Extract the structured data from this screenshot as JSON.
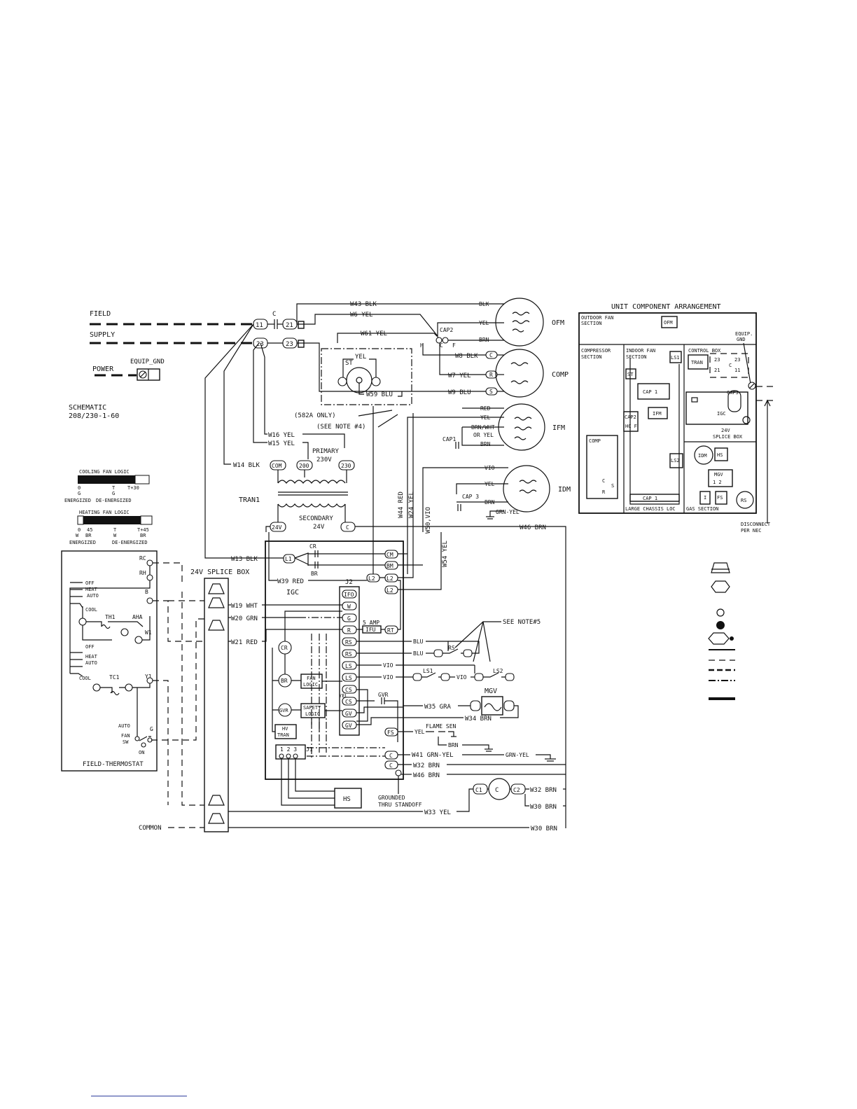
{
  "supply": {
    "line1": "FIELD",
    "line2": "SUPPLY",
    "power": "POWER",
    "equip_gnd": "EQUIP_GND",
    "contactor": "C",
    "t11": "11",
    "t21": "21",
    "t23a": "23",
    "t23b": "23"
  },
  "schematic": {
    "line1": "SCHEMATIC",
    "line2": "208/230-1-60"
  },
  "cooling_logic": {
    "title": "COOLING FAN LOGIC",
    "a_top": "0",
    "a_mid": "G",
    "a_bot": "ENERGIZED",
    "b_top": "T",
    "b_top2": "T+30",
    "b_mid": "G",
    "b_bot": "DE-ENERGIZED"
  },
  "heating_logic": {
    "title": "HEATING FAN LOGIC",
    "a_top": "0",
    "a_top2": "45",
    "a_mid": "W",
    "a_mid2": "BR",
    "a_bot": "ENERGIZED",
    "b_top": "T",
    "b_top2": "T+45",
    "b_mid": "W",
    "b_mid2": "BR",
    "b_bot": "DE-ENERGIZED"
  },
  "thermostat": {
    "title": "FIELD-THERMOSTAT",
    "rc": "RC",
    "rh": "RH",
    "b": "B",
    "y1": "Y1",
    "g": "G",
    "w1": "W1",
    "off1": "OFF",
    "heat1": "HEAT",
    "auto1": "AUTO",
    "cool1": "COOL",
    "th1": "TH1",
    "aha": "AHA",
    "off2": "OFF",
    "heat2": "HEAT",
    "auto2": "AUTO",
    "cool2": "COOL",
    "tc1": "TC1",
    "auto3": "AUTO",
    "fan": "FAN",
    "sw": "SW",
    "on": "ON"
  },
  "splice_box": {
    "label": "24V SPLICE BOX",
    "common": "COMMON"
  },
  "tran": {
    "label": "TRAN1",
    "primary": "PRIMARY",
    "primary_v": "230V",
    "secondary": "SECONDARY",
    "secondary_v": "24V",
    "com": "COM",
    "t200": "200",
    "t230": "230",
    "v24": "24V",
    "c": "C"
  },
  "igc": {
    "label": "IGC",
    "j2": "J2",
    "j1": "J1",
    "j1_pins": "1 2 3",
    "cr_top": "CR",
    "br": "BR",
    "l1": "L1",
    "cm": "CM",
    "bm": "BM",
    "l2a": "L2",
    "l2b": "L2",
    "l2c": "L2",
    "ifo": "IFO",
    "w": "W",
    "g": "G",
    "r": "R",
    "rs1": "RS",
    "rs2": "RS",
    "ls1": "LS",
    "ls2": "LS",
    "cs1": "CS",
    "cs2": "CS",
    "gv1": "GV",
    "gv2": "GV",
    "fs": "FS",
    "c1": "C",
    "c2": "C",
    "fuse_amp": "5 AMP",
    "fuse": "IFU",
    "rt": "RT",
    "cr": "CR",
    "brc": "BR",
    "gvr": "GVR",
    "fan_logic1": "FAN",
    "fan_logic2": "LOGIC",
    "safety1": "SAFETY",
    "safety2": "LOGIC",
    "hv1": "HV",
    "hv2": "TRAN",
    "yel": "YEL",
    "gvr2": "GVR"
  },
  "wires": {
    "w43": "W43 BLK",
    "w6": "W6 YEL",
    "w61": "W61 YEL",
    "w8": "W8 BLK",
    "w7": "W7 YEL",
    "w9": "W9 BLU",
    "w59": "W59 BLU",
    "w16": "W16 YEL",
    "w15": "W15 YEL",
    "w14": "W14 BLK",
    "w13": "W13 BLK",
    "w39": "W39 RED",
    "w19": "W19 WHT",
    "w20": "W20 GRN",
    "w21": "W21 RED",
    "w44": "W44 RED",
    "w24": "W24 YEL",
    "w50": "W50,VIO",
    "w54": "W54 YEL",
    "w46a": "W46 BRN",
    "w35": "W35 GRA",
    "w34": "W34 BRN",
    "w41": "W41 GRN-YEL",
    "w32a": "W32 BRN",
    "w46b": "W46 BRN",
    "w32b": "W32 BRN",
    "w30a": "W30 BRN",
    "w33": "W33 YEL",
    "w30b": "W30 BRN"
  },
  "motors": {
    "ofm": "OFM",
    "comp": "COMP",
    "ifm": "IFM",
    "idm": "IDM",
    "blk": "BLK",
    "yel": "YEL",
    "brn": "BRN",
    "cap2": "CAP2",
    "c": "C",
    "f": "F",
    "h": "H",
    "red": "RED",
    "yel2": "YEL",
    "brnwht": "BRN/WHT",
    "oryel": "OR YEL",
    "brn2": "BRN",
    "cap1": "CAP1",
    "vio": "VIO",
    "yel3": "YEL",
    "brn3": "BRN",
    "cap3": "CAP 3",
    "grnyel": "GRN-YEL",
    "c_term": "C",
    "r_term": "R",
    "s_term": "S",
    "st": "ST",
    "yel_st": "YEL",
    "only582": "(582A ONLY)",
    "note4": "(SEE NOTE #4)"
  },
  "controls": {
    "blu1": "BLU",
    "blu2": "BLU",
    "rs": "RS",
    "see_note5": "SEE NOTE#5",
    "vio1": "VIO",
    "vio2": "VIO",
    "vio3": "VIO",
    "ls1": "LS1",
    "ls2": "LS2",
    "mgv": "MGV",
    "flame": "FLAME SEN",
    "yel": "YEL",
    "brn": "BRN",
    "grnyel": "GRN-YEL",
    "hs": "HS",
    "grounded1": "GROUNDED",
    "grounded2": "THRU STANDOFF",
    "c1": "C1",
    "c": "C",
    "c2": "C2"
  },
  "arrangement": {
    "title": "UNIT COMPONENT ARRANGEMENT",
    "ofs1": "OUTDOOR FAN",
    "ofs2": "SECTION",
    "ofm": "OFM",
    "equip1": "EQUIP.",
    "equip2": "GND",
    "comp1": "COMPRESSOR",
    "comp2": "SECTION",
    "ifs1": "INDOOR FAN",
    "ifs2": "SECTION",
    "ls1": "LS1",
    "cbox": "CONTROL BOX",
    "tran": "TRAN",
    "n23a": "23",
    "n21": "21",
    "c": "C",
    "n23b": "23",
    "n11": "11",
    "st": "ST",
    "cap1": "CAP 1",
    "ifm": "IFM",
    "cap3": "CAP3",
    "igc": "IGC",
    "cap2": "CAP2",
    "hcf": "HC F",
    "comp": "COMP",
    "csr_c": "C",
    "csr_s": "S",
    "csr_r": "R",
    "splice1": "24V",
    "splice2": "SPLICE BOX",
    "idm": "IDM",
    "hs": "HS",
    "ls2": "LS2",
    "mgv": "MGV",
    "mgv_pins": "1 2",
    "i": "I",
    "fs": "FS",
    "rs": "RS",
    "cap1b": "CAP 1",
    "large": "LARGE CHASSIS LOC",
    "gas": "GAS SECTION",
    "disc1": "DISCONNECT",
    "disc2": "PER NEC"
  }
}
